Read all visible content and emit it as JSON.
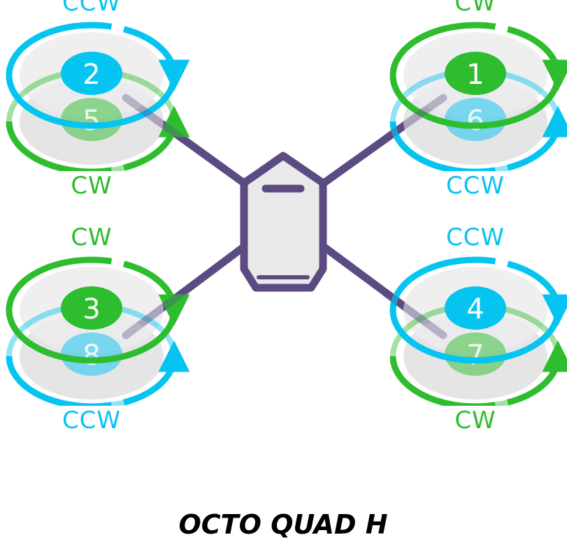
{
  "title": "OCTO QUAD H",
  "colors": {
    "cw": "#2ebd2e",
    "ccw": "#06c4f0",
    "frame": "#5b4b82",
    "body_fill": "#e9e9ea"
  },
  "labels": {
    "cw": "CW",
    "ccw": "CCW"
  },
  "arms": [
    {
      "id": "front-left",
      "top_label": "CCW",
      "bottom_label": "CW",
      "upper_motor": {
        "number": "2",
        "direction": "CCW"
      },
      "lower_motor": {
        "number": "5",
        "direction": "CW"
      }
    },
    {
      "id": "front-right",
      "top_label": "CW",
      "bottom_label": "CCW",
      "upper_motor": {
        "number": "1",
        "direction": "CW"
      },
      "lower_motor": {
        "number": "6",
        "direction": "CCW"
      }
    },
    {
      "id": "rear-left",
      "top_label": "CW",
      "bottom_label": "CCW",
      "upper_motor": {
        "number": "3",
        "direction": "CW"
      },
      "lower_motor": {
        "number": "8",
        "direction": "CCW"
      }
    },
    {
      "id": "rear-right",
      "top_label": "CCW",
      "bottom_label": "CW",
      "upper_motor": {
        "number": "4",
        "direction": "CCW"
      },
      "lower_motor": {
        "number": "7",
        "direction": "CW"
      }
    }
  ]
}
